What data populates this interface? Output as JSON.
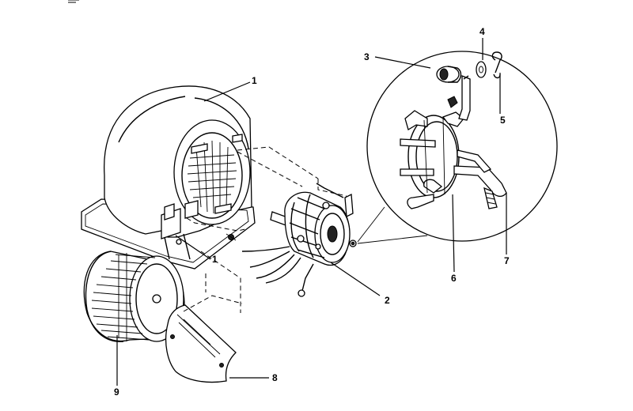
{
  "diagram": {
    "callouts": [
      {
        "id": "1a",
        "text": "1"
      },
      {
        "id": "1b",
        "text": "1"
      },
      {
        "id": "2",
        "text": "2"
      },
      {
        "id": "3",
        "text": "3"
      },
      {
        "id": "4",
        "text": "4"
      },
      {
        "id": "5",
        "text": "5"
      },
      {
        "id": "6",
        "text": "6"
      },
      {
        "id": "7",
        "text": "7"
      },
      {
        "id": "8",
        "text": "8"
      },
      {
        "id": "9",
        "text": "9"
      }
    ]
  }
}
